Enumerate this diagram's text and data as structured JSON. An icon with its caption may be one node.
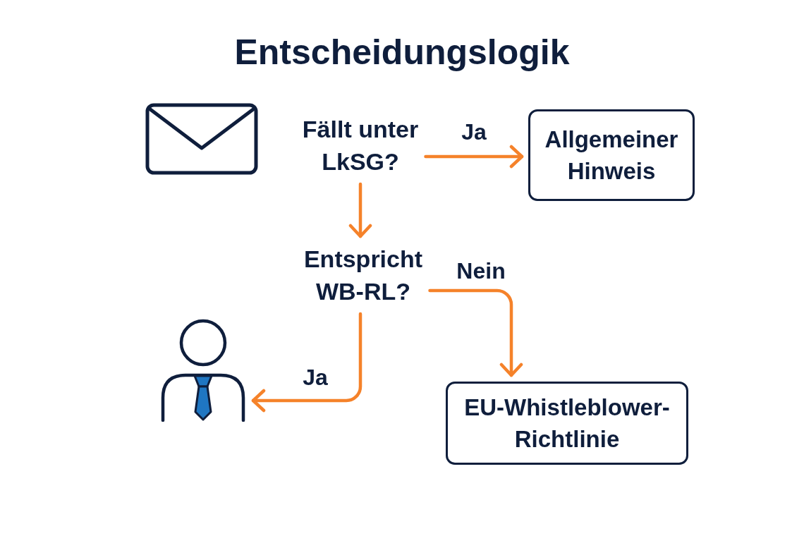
{
  "diagram": {
    "title": "Entscheidungslogik",
    "nodes": [
      {
        "text": [
          "Fällt unter LkSG?"
        ]
      },
      {
        "text": [
          "Allgemeiner Hinweis"
        ]
      },
      {
        "text": [
          "Entspricht WB-RL?"
        ]
      },
      {
        "text": [],
        "shape": "person"
      },
      {
        "text": [
          "EU-Whistleblower-Richtlinie"
        ]
      }
    ],
    "edges": [
      {
        "from": 0,
        "to": 1,
        "arrow": "to",
        "label": "Ja"
      },
      {
        "from": 0,
        "to": 2,
        "arrow": "to"
      },
      {
        "from": 2,
        "to": 4,
        "arrow": "to",
        "label": "Nein"
      },
      {
        "from": 2,
        "to": 3,
        "arrow": "to",
        "label": "Ja"
      }
    ]
  }
}
